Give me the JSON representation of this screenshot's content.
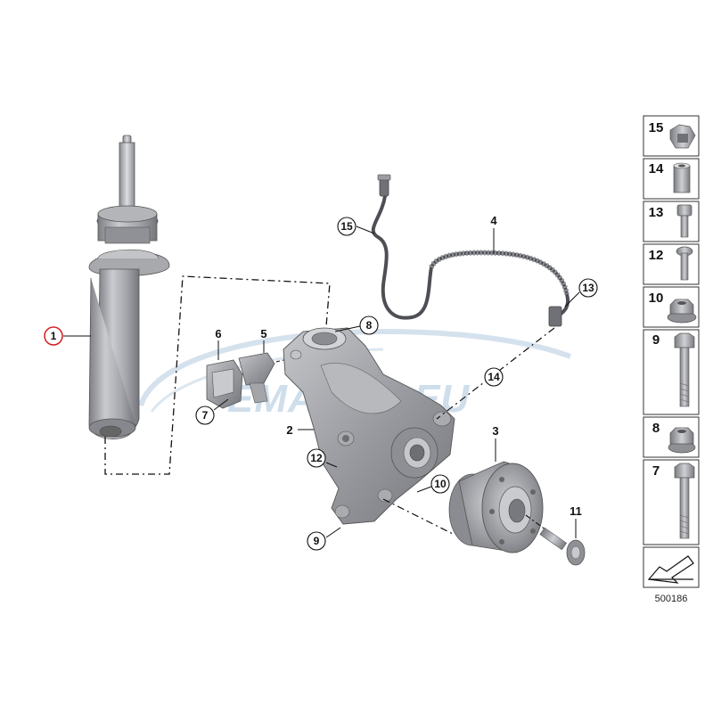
{
  "watermark": {
    "text": "EMAUTO.EU"
  },
  "callouts": {
    "shock_absorber": "1",
    "wheel_carrier": "2",
    "wheel_hub": "3",
    "sensor_cable": "4",
    "bracket_5": "5",
    "bracket_6": "6",
    "screw_7_left": "7",
    "nut_8_top": "8",
    "bolt_9_bottom": "9",
    "nut_10": "10",
    "screw_11": "11",
    "bolt_12": "12",
    "screw_13": "13",
    "sleeve_14": "14",
    "clip_15": "15"
  },
  "sidebar": {
    "items": [
      {
        "number": "15",
        "part": "clip"
      },
      {
        "number": "14",
        "part": "sleeve"
      },
      {
        "number": "13",
        "part": "socket-head-screw"
      },
      {
        "number": "12",
        "part": "torx-screw"
      },
      {
        "number": "10",
        "part": "collar-nut"
      },
      {
        "number": "9",
        "part": "hex-bolt"
      },
      {
        "number": "8",
        "part": "flange-nut"
      },
      {
        "number": "7",
        "part": "long-hex-bolt"
      }
    ],
    "diagram_id": "500186"
  },
  "colors": {
    "part_fill": "#9c9ea3",
    "part_light": "#c6c8cc",
    "part_dark": "#6e7075",
    "callout_highlight": "#d42020",
    "line": "#111111"
  }
}
